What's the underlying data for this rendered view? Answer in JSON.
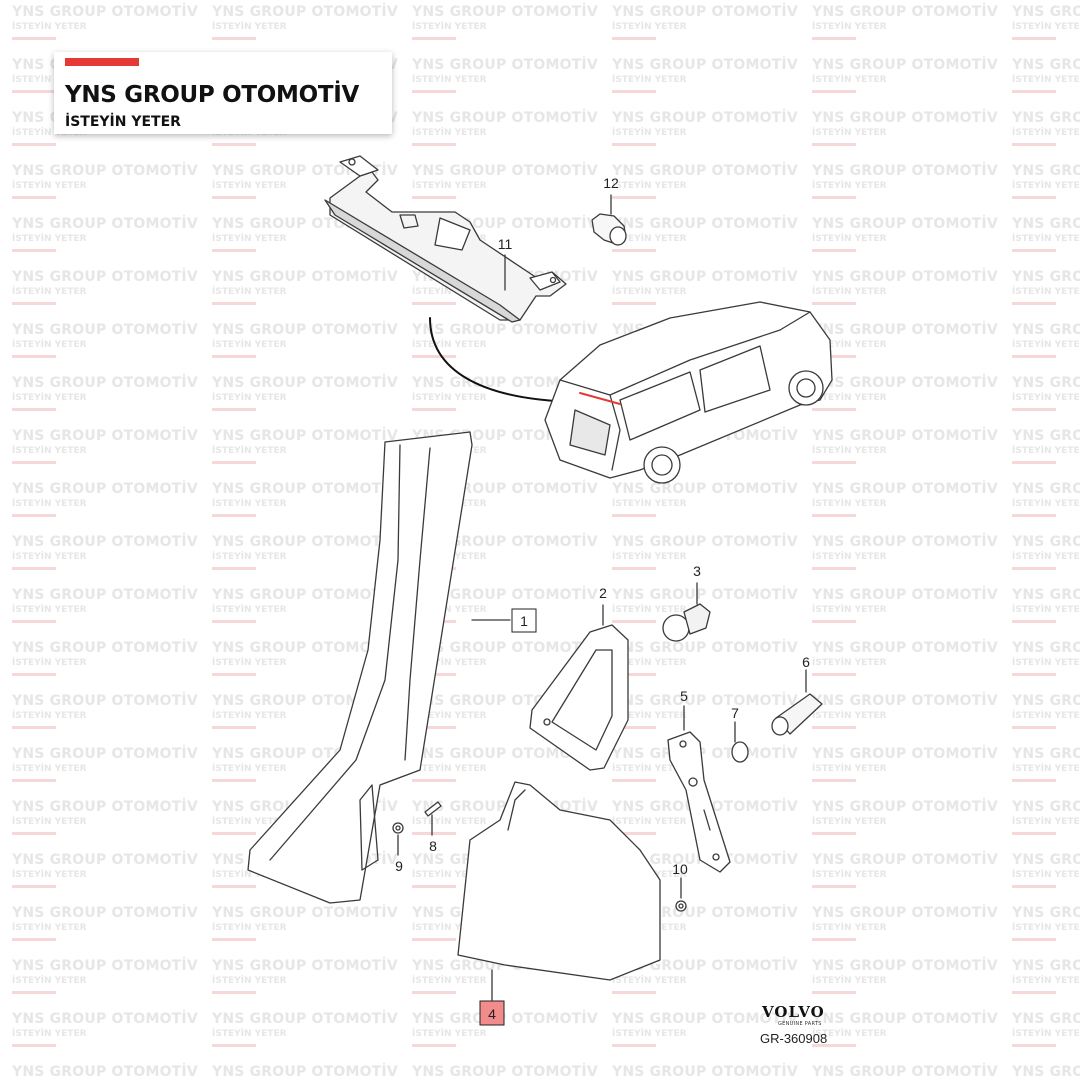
{
  "watermark": {
    "line1": "YNS GROUP OTOMOTİV",
    "line2": "İSTEYİN YETER"
  },
  "brand": {
    "title": "YNS GROUP OTOMOTİV",
    "subtitle": "İSTEYİN YETER",
    "accent_color": "#e53935"
  },
  "diagram": {
    "callouts": [
      {
        "id": "1",
        "boxed": true
      },
      {
        "id": "2",
        "boxed": false
      },
      {
        "id": "3",
        "boxed": false
      },
      {
        "id": "4",
        "boxed": true,
        "highlight": true
      },
      {
        "id": "5",
        "boxed": false
      },
      {
        "id": "6",
        "boxed": false
      },
      {
        "id": "7",
        "boxed": false
      },
      {
        "id": "8",
        "boxed": false
      },
      {
        "id": "9",
        "boxed": false
      },
      {
        "id": "10",
        "boxed": false
      },
      {
        "id": "11",
        "boxed": false
      },
      {
        "id": "12",
        "boxed": false
      }
    ],
    "highlight_color": "#f28b8b"
  },
  "footer": {
    "logo": "VOLVO",
    "logo_sub": "GENUINE PARTS",
    "ref": "GR-360908"
  }
}
